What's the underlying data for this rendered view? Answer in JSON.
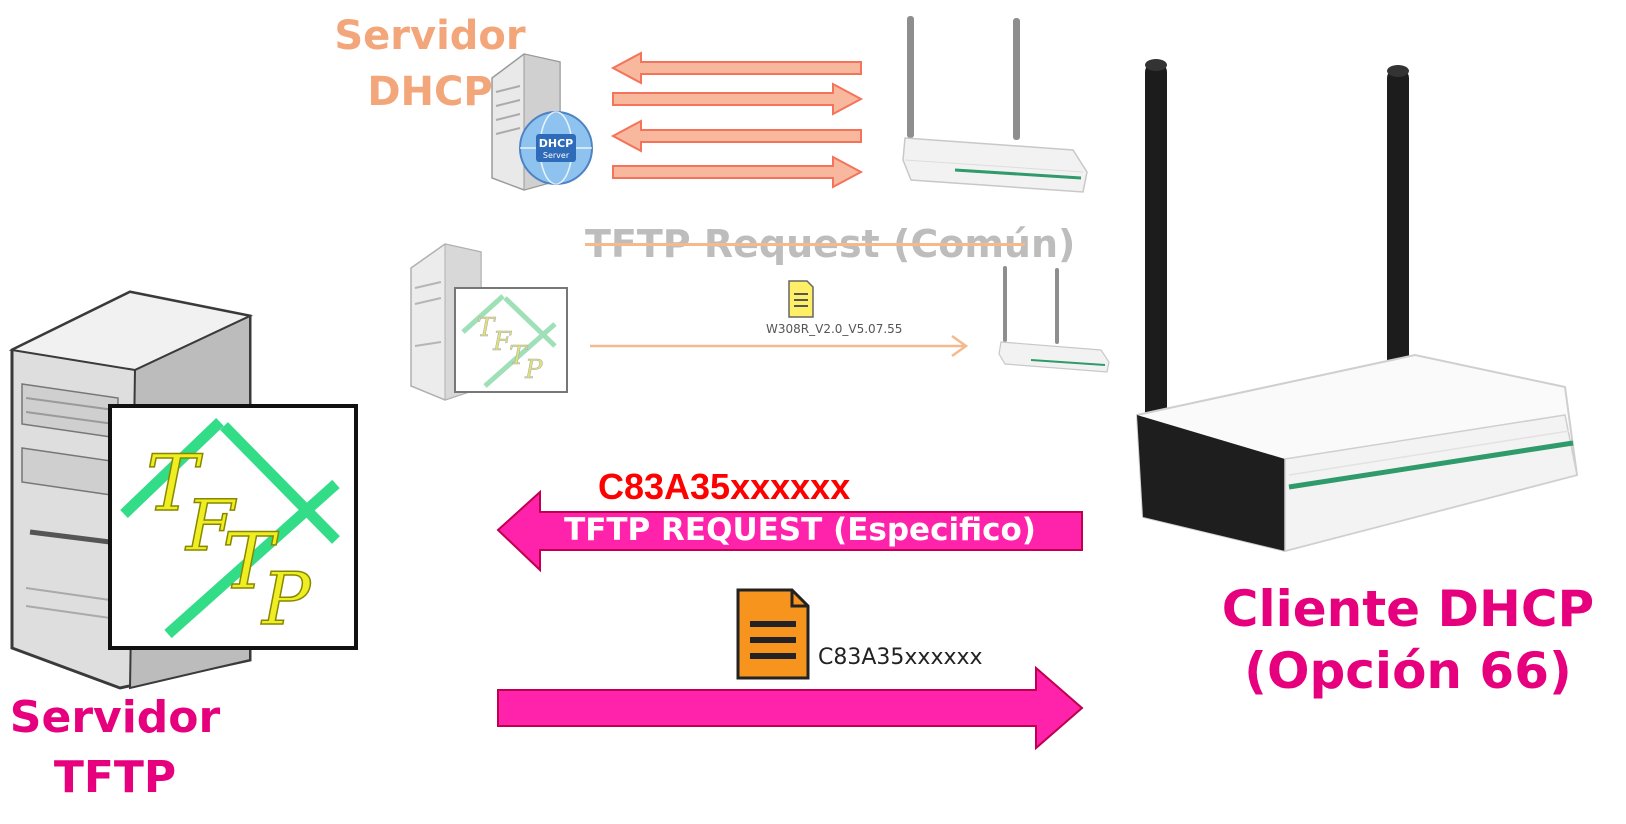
{
  "labels": {
    "dhcp_server": [
      "Servidor",
      "DHCP"
    ],
    "tftp_server": [
      "Servidor",
      "TFTP"
    ],
    "client": [
      "Cliente DHCP",
      "(Opción 66)"
    ],
    "tftp_request_common": "TFTP Request (Común)",
    "mac_address": "C83A35xxxxxx",
    "tftp_request_specific": "TFTP REQUEST (Especifico)",
    "firmware_file": "W308R_V2.0_V5.07.55",
    "config_file": "C83A35xxxxxx",
    "dhcp_badge": [
      "DHCP",
      "Server"
    ]
  },
  "colors": {
    "dhcp_accent": "#f2a679",
    "dhcp_arrow_fill": "#f7b89e",
    "dhcp_arrow_stroke": "#f4735a",
    "common_text": "#bdbdbd",
    "common_arrow": "#f5b98c",
    "pink_primary": "#ff22aa",
    "pink_border": "#c0004f",
    "label_pink": "#e6007e",
    "red_text": "#ff0000",
    "doc_orange": "#f7941d",
    "doc_yellow": "#ffef66",
    "tftp_green": "#33dd88",
    "tftp_yellow": "#eeee22"
  }
}
